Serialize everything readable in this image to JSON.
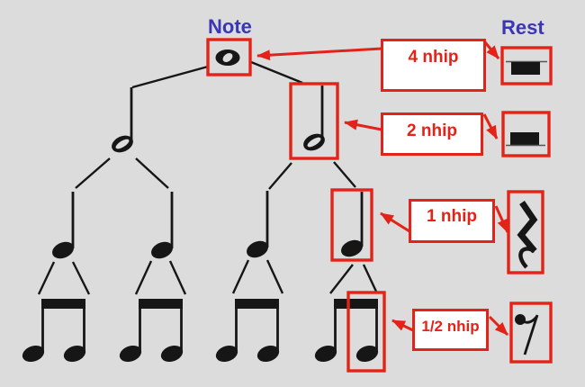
{
  "header": {
    "note_label": "Note",
    "rest_label": "Rest"
  },
  "duration_labels": {
    "whole": "4 nhip",
    "half": "2 nhip",
    "quarter": "1 nhip",
    "eighth": "1/2 nhip"
  },
  "colors": {
    "background": "#dcdcdd",
    "accent_red": "#e42318",
    "header_blue": "#3b36b4",
    "ink_black": "#161616",
    "label_background": "#ffffff"
  },
  "diagram": {
    "type": "note-value-tree",
    "description": "Binary tree showing note duration subdivision: one whole note splits into two half notes, four quarter notes, and eight eighth notes; each duration level is labeled in beats (nhip) and paired with its equivalent rest symbol.",
    "levels": [
      {
        "duration_label": "4 nhip",
        "note_symbol": "whole-note",
        "rest_symbol": "whole-rest",
        "note_count": 1
      },
      {
        "duration_label": "2 nhip",
        "note_symbol": "half-note",
        "rest_symbol": "half-rest",
        "note_count": 2
      },
      {
        "duration_label": "1 nhip",
        "note_symbol": "quarter-note",
        "rest_symbol": "quarter-rest",
        "note_count": 4
      },
      {
        "duration_label": "1/2 nhip",
        "note_symbol": "eighth-note",
        "rest_symbol": "eighth-rest",
        "note_count": 8
      }
    ]
  }
}
